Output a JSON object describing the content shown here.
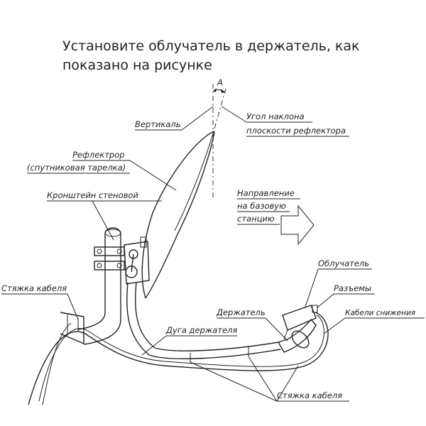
{
  "heading": {
    "line1": "Установите облучатель в держатель, как",
    "line2": "показано на рисунке"
  },
  "labels": {
    "angle_mark": "A",
    "vertical": "Вертикаль",
    "tilt_angle_1": "Угол наклона",
    "tilt_angle_2": "плоскости рефлектора",
    "reflector_1": "Рефлектрор",
    "reflector_2": "(спутниковая тарелка)",
    "wall_bracket": "Кронштейн стеновой",
    "direction_1": "Направление",
    "direction_2": "на базовую",
    "direction_3": "станцию",
    "cable_tie_left": "Стяжка кабеля",
    "feed": "Облучатель",
    "connectors": "Разъемы",
    "holder": "Держатель",
    "downlink_cables": "Кабели снижения",
    "holder_arc": "Дуга держателя",
    "cable_tie_bottom": "Стяжка кабеля"
  },
  "colors": {
    "line": "#222222",
    "text": "#222222",
    "background": "#ffffff"
  }
}
